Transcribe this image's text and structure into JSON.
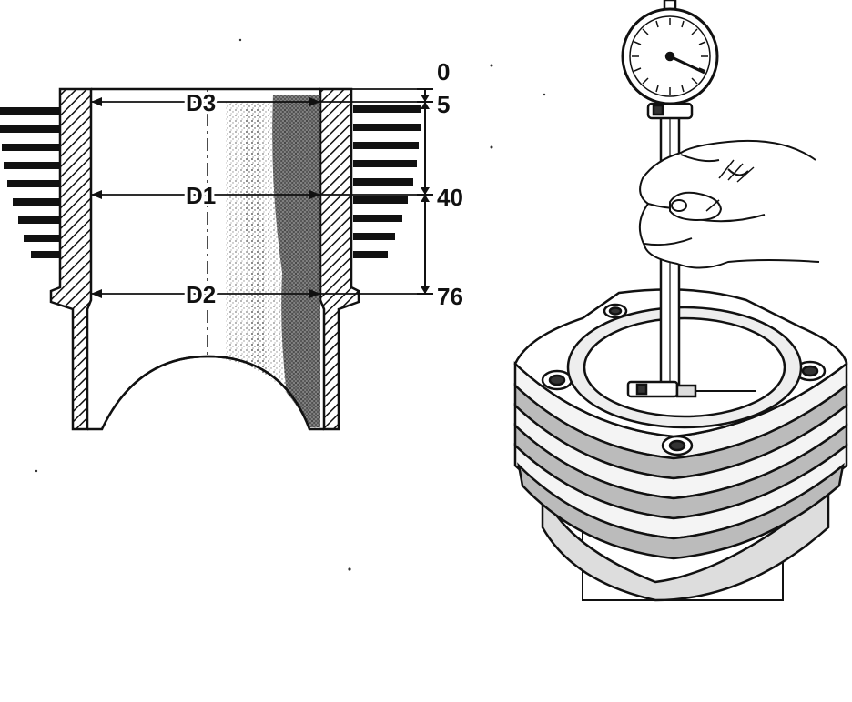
{
  "diagram": {
    "measurement_labels": {
      "top": "D3",
      "middle": "D1",
      "bottom": "D2"
    },
    "depth_scale": {
      "zero": "0",
      "top": "5",
      "middle": "40",
      "bottom": "76"
    }
  },
  "colors": {
    "ink": "#111111",
    "paper": "#ffffff"
  }
}
